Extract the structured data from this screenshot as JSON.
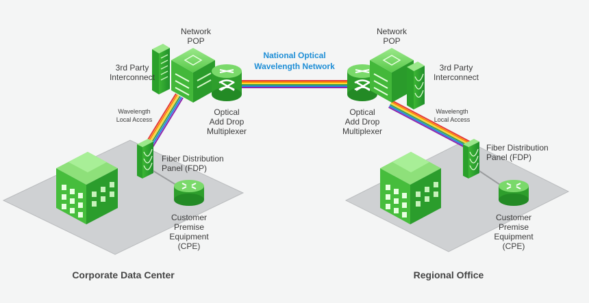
{
  "network_label": {
    "line1": "National Optical",
    "line2": "Wavelength Network"
  },
  "left": {
    "pop": {
      "line1": "Network",
      "line2": "POP"
    },
    "interconnect": {
      "line1": "3rd Party",
      "line2": "Interconnect"
    },
    "oadm": {
      "line1": "Optical",
      "line2": "Add Drop",
      "line3": "Multiplexer"
    },
    "wavelength": {
      "line1": "Wavelength",
      "line2": "Local Access"
    },
    "fdp": {
      "line1": "Fiber Distribution",
      "line2": "Panel (FDP)"
    },
    "cpe": {
      "line1": "Customer",
      "line2": "Premise",
      "line3": "Equipment",
      "line4": "(CPE)"
    },
    "site_title": "Corporate Data Center"
  },
  "right": {
    "pop": {
      "line1": "Network",
      "line2": "POP"
    },
    "interconnect": {
      "line1": "3rd Party",
      "line2": "Interconnect"
    },
    "oadm": {
      "line1": "Optical",
      "line2": "Add Drop",
      "line3": "Multiplexer"
    },
    "wavelength": {
      "line1": "Wavelength",
      "line2": "Local Access"
    },
    "fdp": {
      "line1": "Fiber Distribution",
      "line2": "Panel (FDP)"
    },
    "cpe": {
      "line1": "Customer",
      "line2": "Premise",
      "line3": "Equipment",
      "line4": "(CPE)"
    },
    "site_title": "Regional Office"
  },
  "colors": {
    "green": "#3fbf3f",
    "green_dark": "#1f8f2a",
    "green_light": "#8ee07a",
    "platform": "#d2d4d6",
    "accent_blue": "#1e8ed6",
    "rainbow": [
      "#e53935",
      "#fb8c00",
      "#fdd835",
      "#43a047",
      "#1e88e5",
      "#8e24aa"
    ]
  }
}
